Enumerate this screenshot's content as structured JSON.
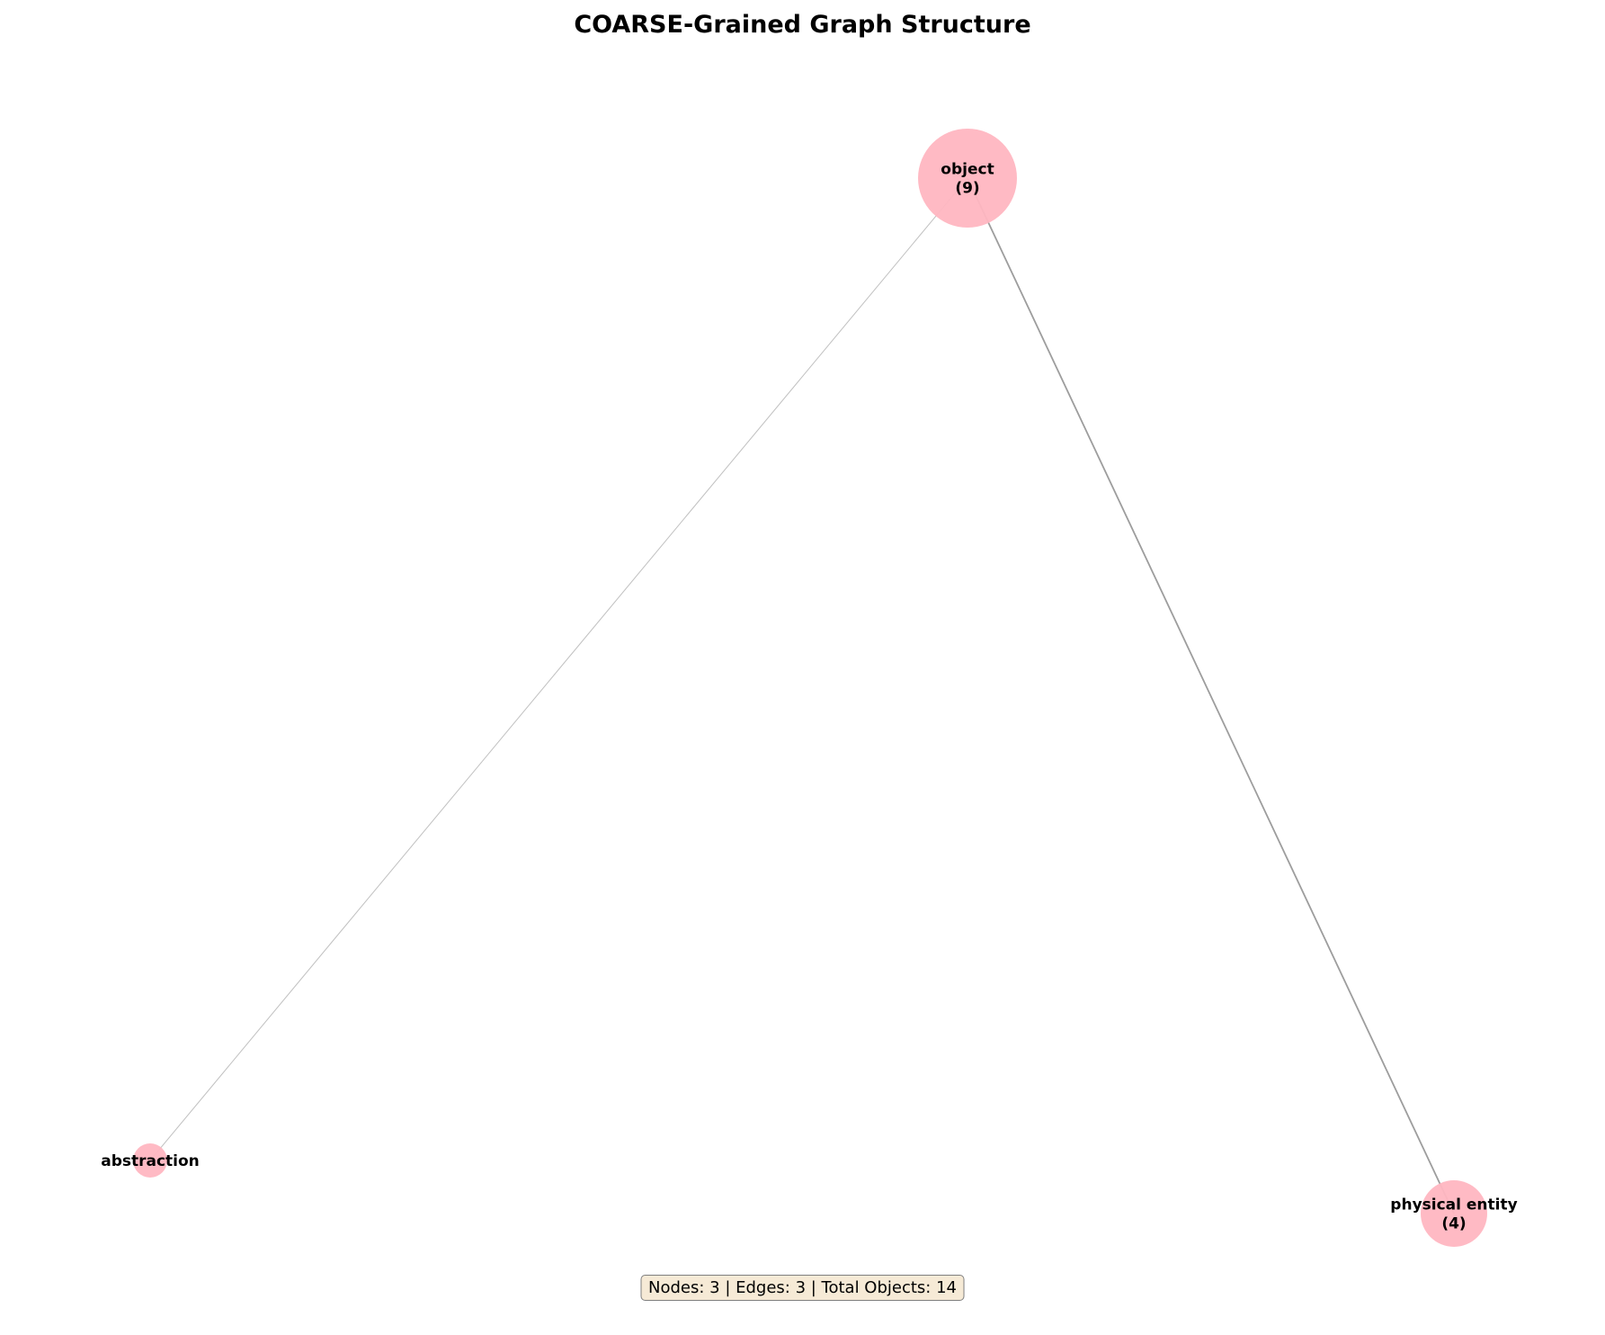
{
  "title": "COARSE-Grained Graph Structure",
  "stats_text": "Nodes: 3 | Edges: 3 | Total Objects: 14",
  "colors": {
    "node_fill": "#ffb6c1",
    "edge": "#8c8c8c",
    "stats_bg": "#f6ead6",
    "stats_border": "#7f7f7f"
  },
  "nodes": [
    {
      "id": "object",
      "label": "object",
      "count_label": "(9)",
      "count": 9
    },
    {
      "id": "abstraction",
      "label": "abstraction",
      "count_label": "",
      "count": 1
    },
    {
      "id": "physical_entity",
      "label": "physical entity",
      "count_label": "(4)",
      "count": 4
    }
  ],
  "edges": [
    {
      "source": "object",
      "target": "abstraction",
      "weight": "light"
    },
    {
      "source": "object",
      "target": "physical_entity",
      "weight": "heavy"
    }
  ]
}
